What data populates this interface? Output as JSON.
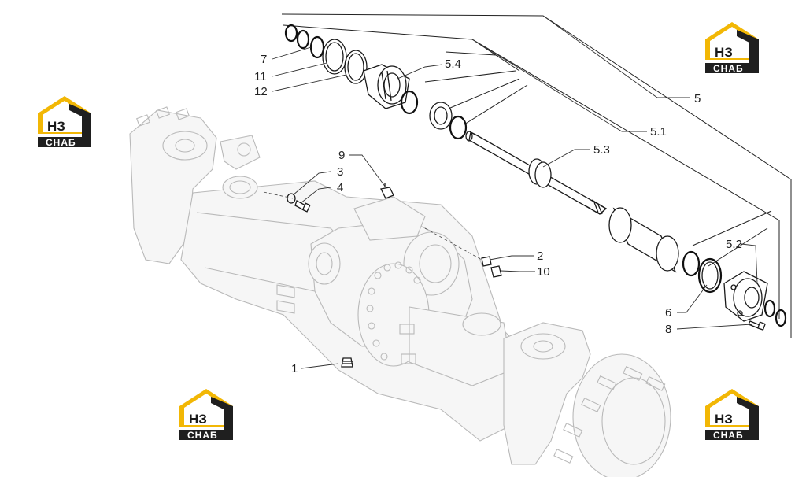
{
  "callouts": {
    "c1": "1",
    "c2": "2",
    "c3": "3",
    "c4": "4",
    "c5": "5",
    "c5_1": "5.1",
    "c5_2": "5.2",
    "c5_3": "5.3",
    "c5_4": "5.4",
    "c6": "6",
    "c7": "7",
    "c8": "8",
    "c9": "9",
    "c10": "10",
    "c11": "11",
    "c12": "12"
  },
  "watermark": {
    "mark": "НЗ",
    "caption": "СНАБ"
  },
  "colors": {
    "logo_yellow": "#f2b705",
    "logo_dark": "#1f1f1f",
    "ghost_line": "#b9b9b9",
    "ink": "#1a1a1a"
  }
}
